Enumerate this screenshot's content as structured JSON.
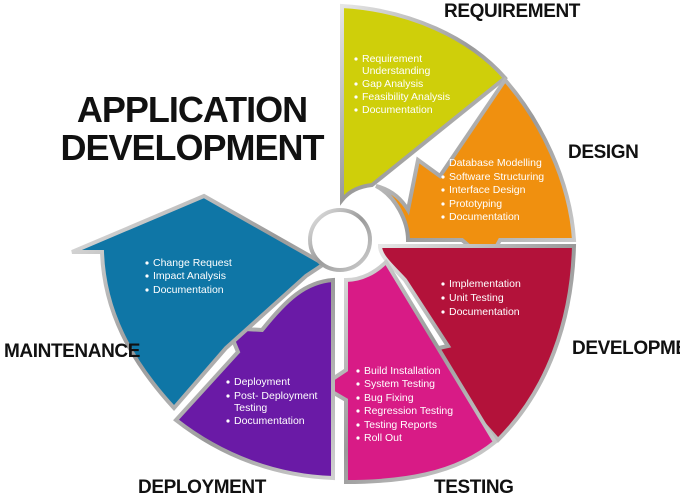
{
  "title": {
    "line1": "APPLICATION",
    "line2": "DEVELOPMENT"
  },
  "stages": [
    {
      "id": "requirement",
      "label": "REQUIREMENT",
      "color": "#cfcf0a",
      "bullets": [
        "Requirement",
        "Understanding",
        "Gap Analysis",
        "Feasibility Analysis",
        "Documentation"
      ]
    },
    {
      "id": "design",
      "label": "DESIGN",
      "color": "#f0900f",
      "bullets": [
        "Database Modelling",
        "Software Structuring",
        "Interface Design",
        "Prototyping",
        "Documentation"
      ]
    },
    {
      "id": "development",
      "label": "DEVELOPMENT",
      "color": "#b3123a",
      "bullets": [
        "Implementation",
        "Unit Testing",
        "Documentation"
      ]
    },
    {
      "id": "testing",
      "label": "TESTING",
      "color": "#d81b86",
      "bullets": [
        "Build Installation",
        "System Testing",
        "Bug Fixing",
        "Regression Testing",
        "Testing Reports",
        "Roll Out"
      ]
    },
    {
      "id": "deployment",
      "label": "DEPLOYMENT",
      "color": "#6a1aa6",
      "bullets": [
        "Deployment",
        "Post- Deployment",
        "Testing",
        "Documentation"
      ]
    },
    {
      "id": "maintenance",
      "label": "MAINTENANCE",
      "color": "#0f76a6",
      "bullets": [
        "Change Request",
        "Impact Analysis",
        "Documentation"
      ]
    }
  ]
}
